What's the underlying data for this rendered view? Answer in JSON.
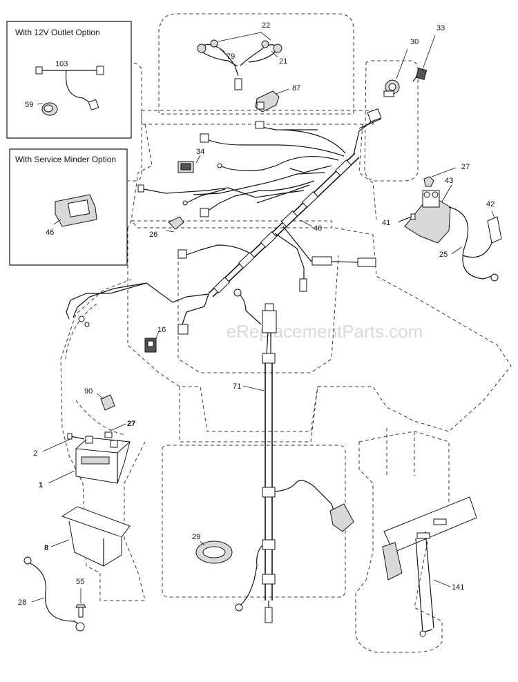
{
  "watermark": "eReplacementParts.com",
  "inset_boxes": {
    "outlet": {
      "title": "With 12V Outlet Option"
    },
    "service_minder": {
      "title": "With Service Minder Option"
    }
  },
  "callouts": {
    "c22": "22",
    "c79": "79",
    "c21": "21",
    "c87": "87",
    "c30": "30",
    "c33": "33",
    "c103": "103",
    "c59": "59",
    "c34": "34",
    "c27a": "27",
    "c43": "43",
    "c42": "42",
    "c41": "41",
    "c25": "25",
    "c40": "40",
    "c26": "26",
    "c46": "46",
    "c16": "16",
    "c90": "90",
    "c71": "71",
    "c27b": "27",
    "c2": "2",
    "c1": "1",
    "c8": "8",
    "c29": "29",
    "c28": "28",
    "c55": "55",
    "c141": "141"
  }
}
